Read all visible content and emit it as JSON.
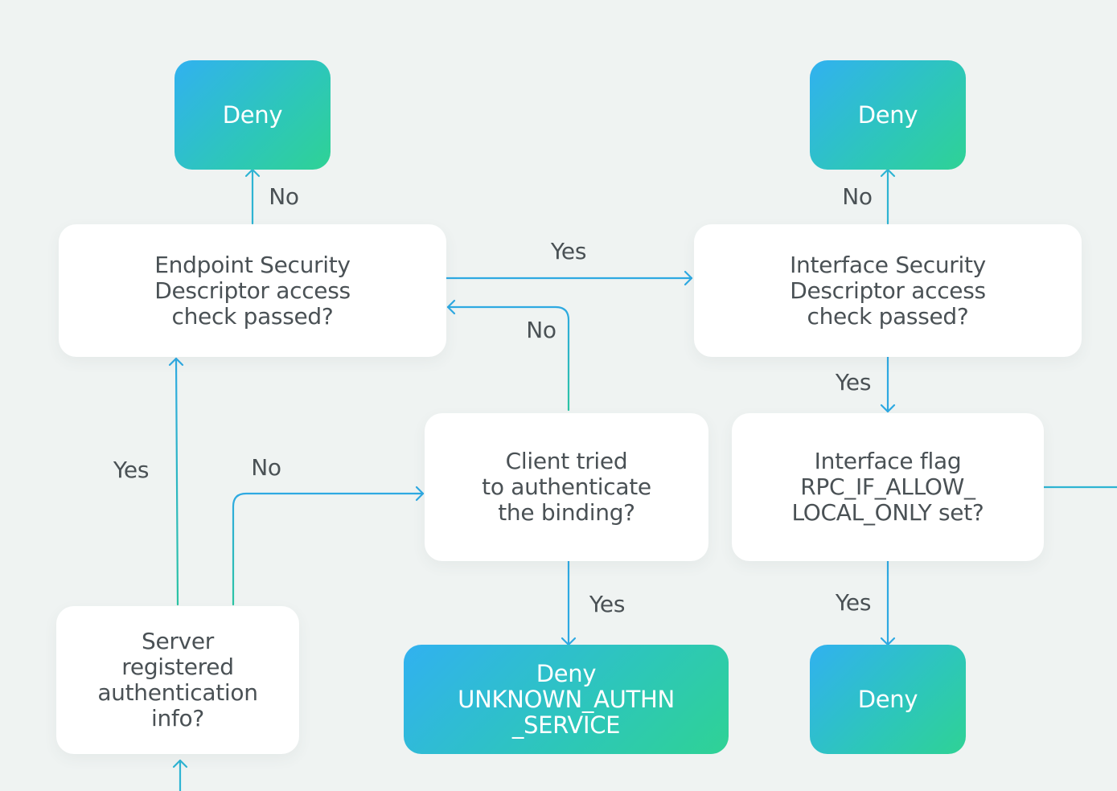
{
  "colors": {
    "background": "#eff3f2",
    "decision_fill": "#ffffff",
    "text": "#4a5155",
    "terminal_gradient": [
      "#31b1f0",
      "#2dc7b8",
      "#2fd295"
    ],
    "wire_blue": "#2ea9e2",
    "wire_green": "#2cc4a4"
  },
  "nodes": {
    "deny_top_left": "Deny",
    "deny_top_right": "Deny",
    "endpoint_check": "Endpoint Security\nDescriptor access\ncheck passed?",
    "interface_check": "Interface Security\nDescriptor access\ncheck passed?",
    "client_auth": "Client tried\nto authenticate\nthe binding?",
    "interface_flag": "Interface flag\nRPC_IF_ALLOW_\nLOCAL_ONLY set?",
    "server_registered": "Server\nregistered\nauthentication\ninfo?",
    "deny_unknown": "Deny\nUNKNOWN_AUTHN\n_SERVICE",
    "deny_bottom_right": "Deny"
  },
  "edges": {
    "endpoint_no": "No",
    "endpoint_yes": "Yes",
    "interface_no": "No",
    "interface_yes": "Yes",
    "client_no": "No",
    "client_yes": "Yes",
    "flag_yes": "Yes",
    "server_yes": "Yes",
    "server_no": "No"
  }
}
